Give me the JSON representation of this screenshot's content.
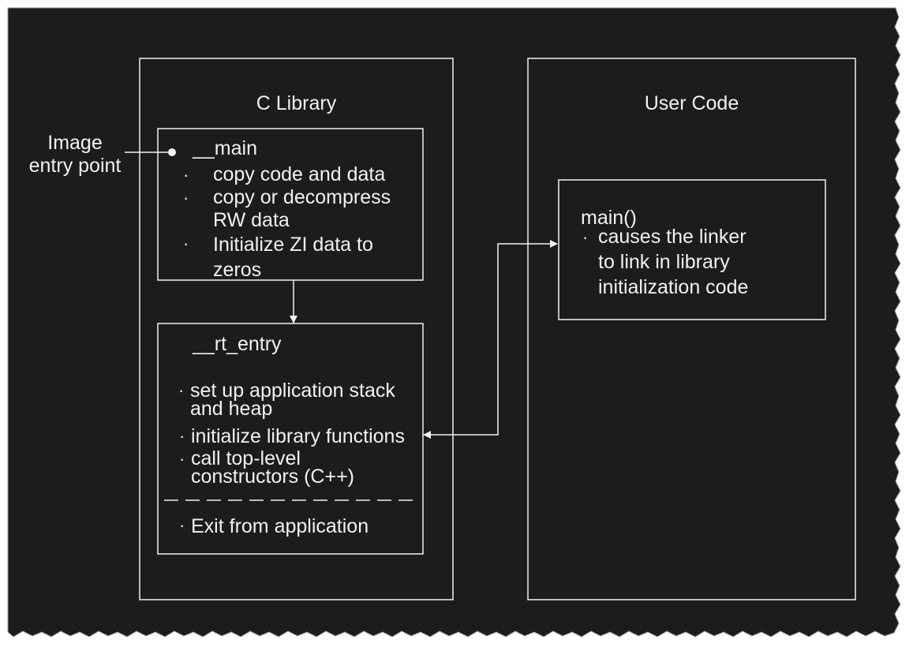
{
  "colors": {
    "background": "#1c1c1c",
    "stroke": "#f2f2f2",
    "text": "#f2f2f2"
  },
  "entry_point_label": [
    "Image",
    "entry point"
  ],
  "c_library": {
    "title": "C Library",
    "main_box": {
      "title": "__main",
      "items": [
        [
          "copy code and data"
        ],
        [
          "copy or decompress",
          "RW data"
        ],
        [
          "Initialize ZI data to",
          "zeros"
        ]
      ]
    },
    "rt_entry_box": {
      "title": "__rt_entry",
      "items": [
        [
          "set up application stack",
          "and heap"
        ],
        [
          "initialize library functions"
        ],
        [
          "call top-level",
          "constructors (C++)"
        ]
      ],
      "exit_item": "Exit from application"
    }
  },
  "user_code": {
    "title": "User Code",
    "main_box": {
      "title": "main()",
      "items": [
        [
          "causes the linker",
          "to link in library",
          "initialization code"
        ]
      ]
    }
  },
  "bullet_char": "·"
}
